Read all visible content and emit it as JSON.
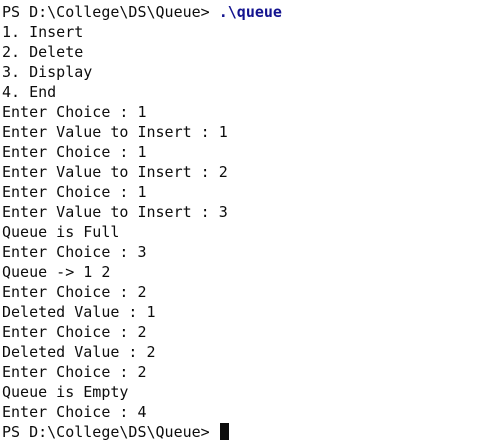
{
  "terminal": {
    "prompt": "PS D:\\College\\DS\\Queue> ",
    "command": ".\\queue",
    "output": [
      "1. Insert",
      "2. Delete",
      "3. Display",
      "4. End",
      "Enter Choice : 1",
      "Enter Value to Insert : 1",
      "Enter Choice : 1",
      "Enter Value to Insert : 2",
      "Enter Choice : 1",
      "Enter Value to Insert : 3",
      "Queue is Full",
      "Enter Choice : 3",
      "Queue -> 1 2",
      "Enter Choice : 2",
      "Deleted Value : 1",
      "Enter Choice : 2",
      "Deleted Value : 2",
      "Enter Choice : 2",
      "Queue is Empty",
      "Enter Choice : 4"
    ],
    "final_prompt": "PS D:\\College\\DS\\Queue> "
  },
  "colors": {
    "background": "#ffffff",
    "text": "#0c0c0c",
    "command": "#13138f"
  }
}
